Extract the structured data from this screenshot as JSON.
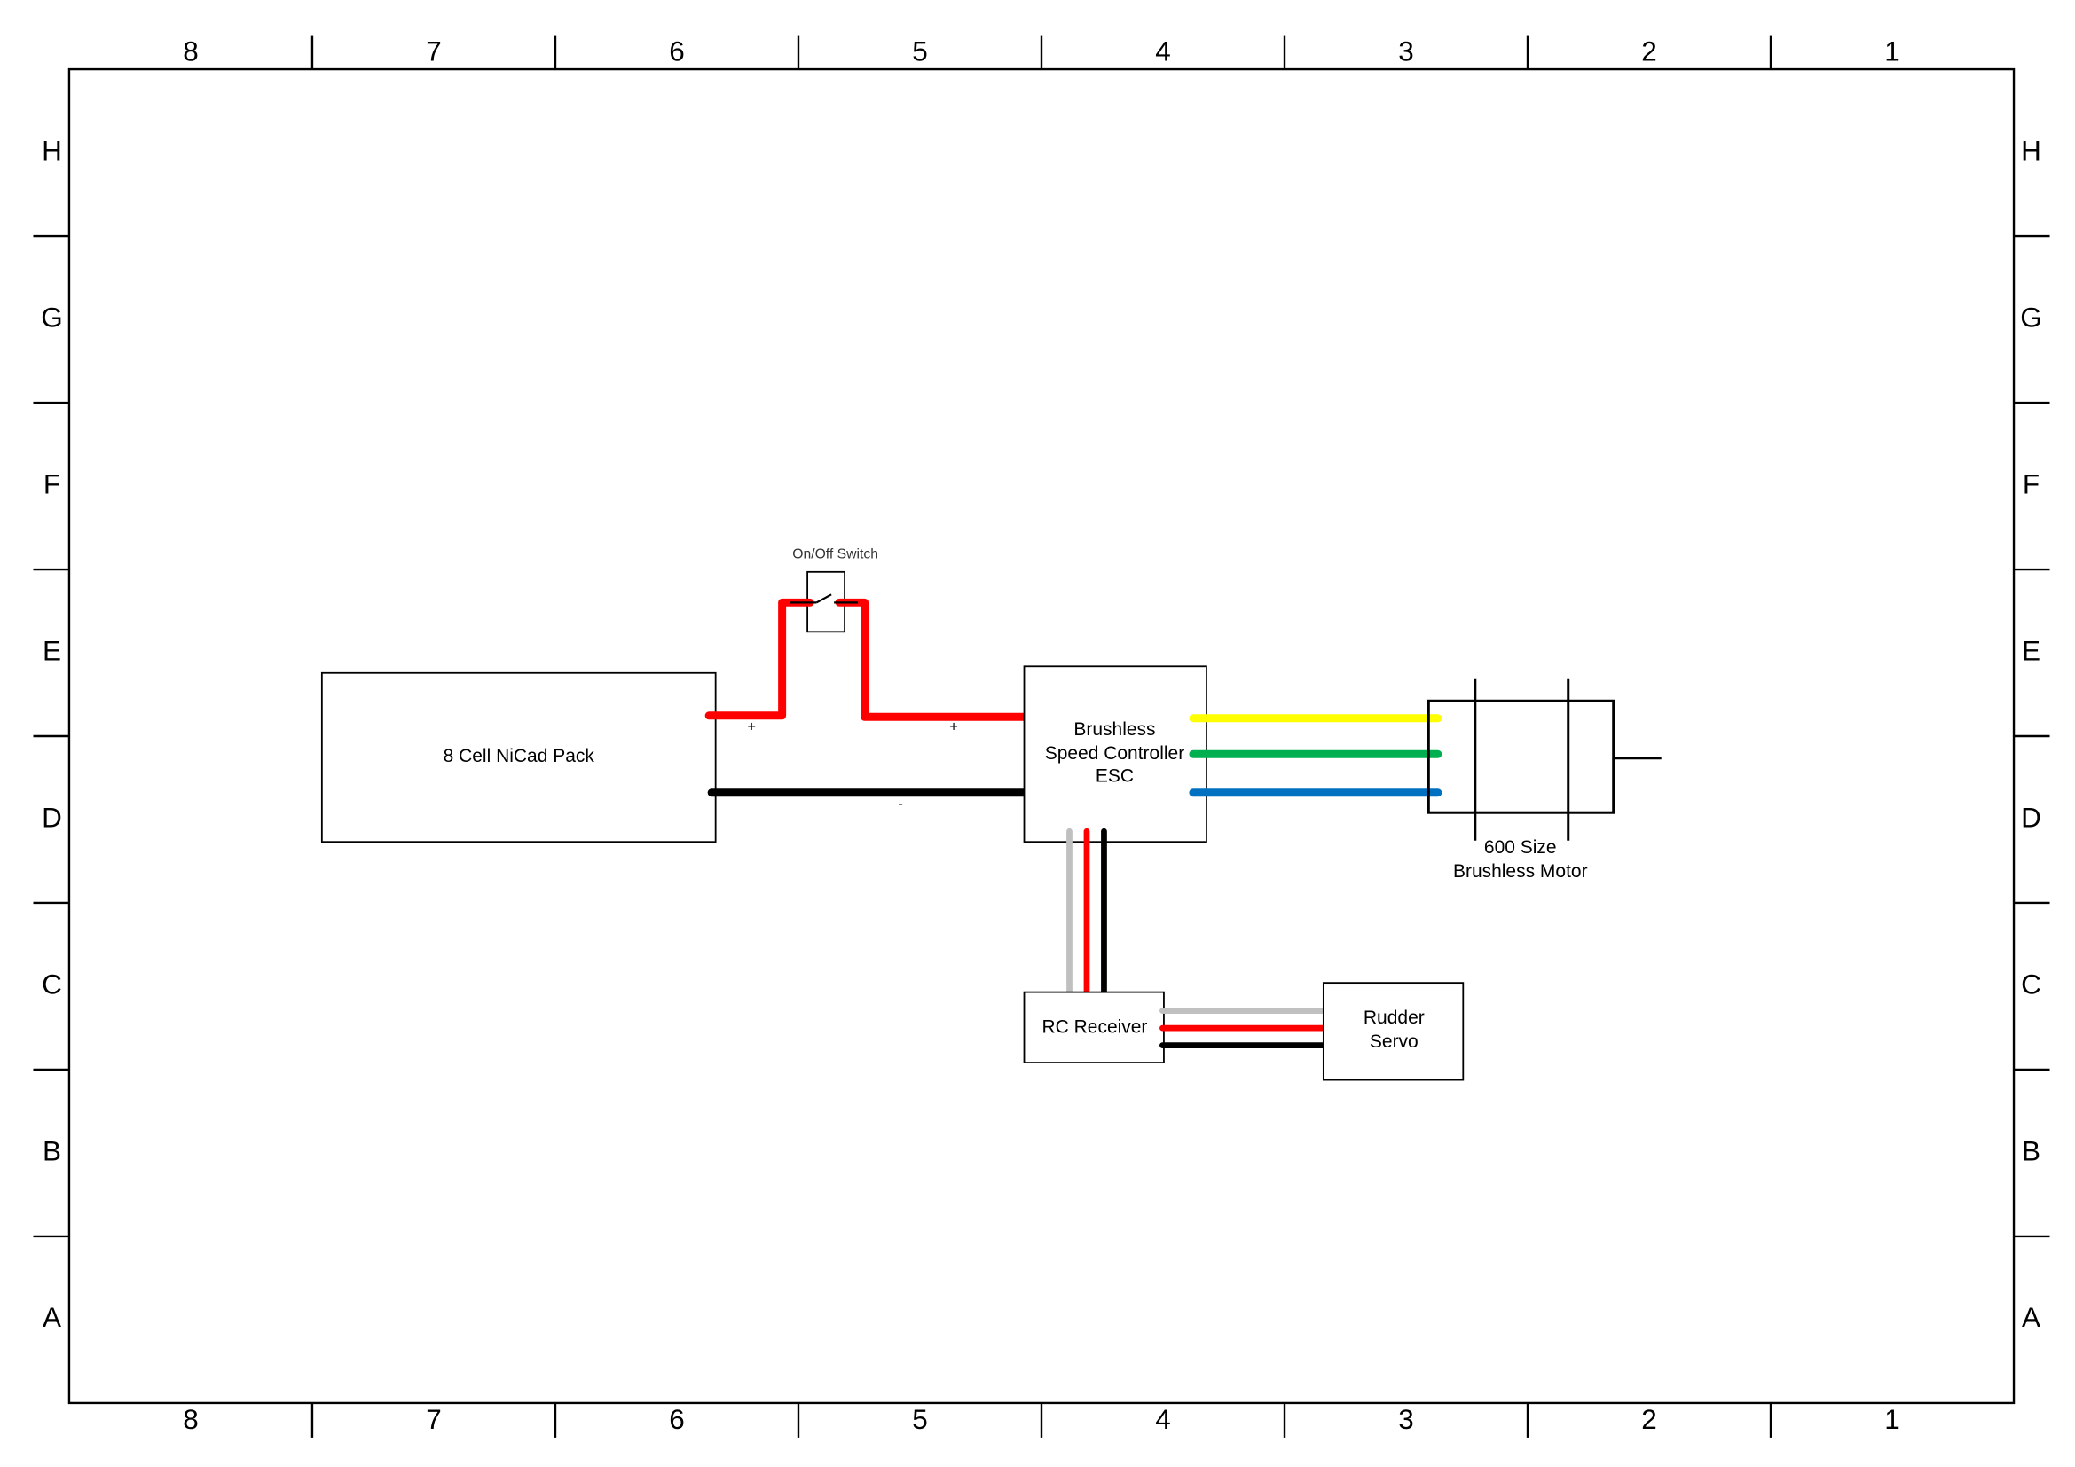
{
  "border": {
    "columns": [
      "8",
      "7",
      "6",
      "5",
      "4",
      "3",
      "2",
      "1"
    ],
    "rows": [
      "H",
      "G",
      "F",
      "E",
      "D",
      "C",
      "B",
      "A"
    ]
  },
  "components": {
    "battery": {
      "label": "8 Cell NiCad Pack"
    },
    "switch": {
      "label": "On/Off Switch"
    },
    "esc": {
      "lines": [
        "Brushless",
        "Speed Controller",
        "ESC"
      ]
    },
    "motor": {
      "lines": [
        "600 Size",
        "Brushless Motor"
      ]
    },
    "receiver": {
      "label": "RC  Receiver"
    },
    "servo": {
      "lines": [
        "Rudder",
        "Servo"
      ]
    }
  },
  "polarity": {
    "plus_battery": "+",
    "plus_esc": "+",
    "minus": "-"
  },
  "colors": {
    "positive": "#ff0000",
    "negative": "#000000",
    "signal": "#c0c0c0",
    "phase_a": "#ffff00",
    "phase_b": "#00b050",
    "phase_c": "#0070c0"
  }
}
